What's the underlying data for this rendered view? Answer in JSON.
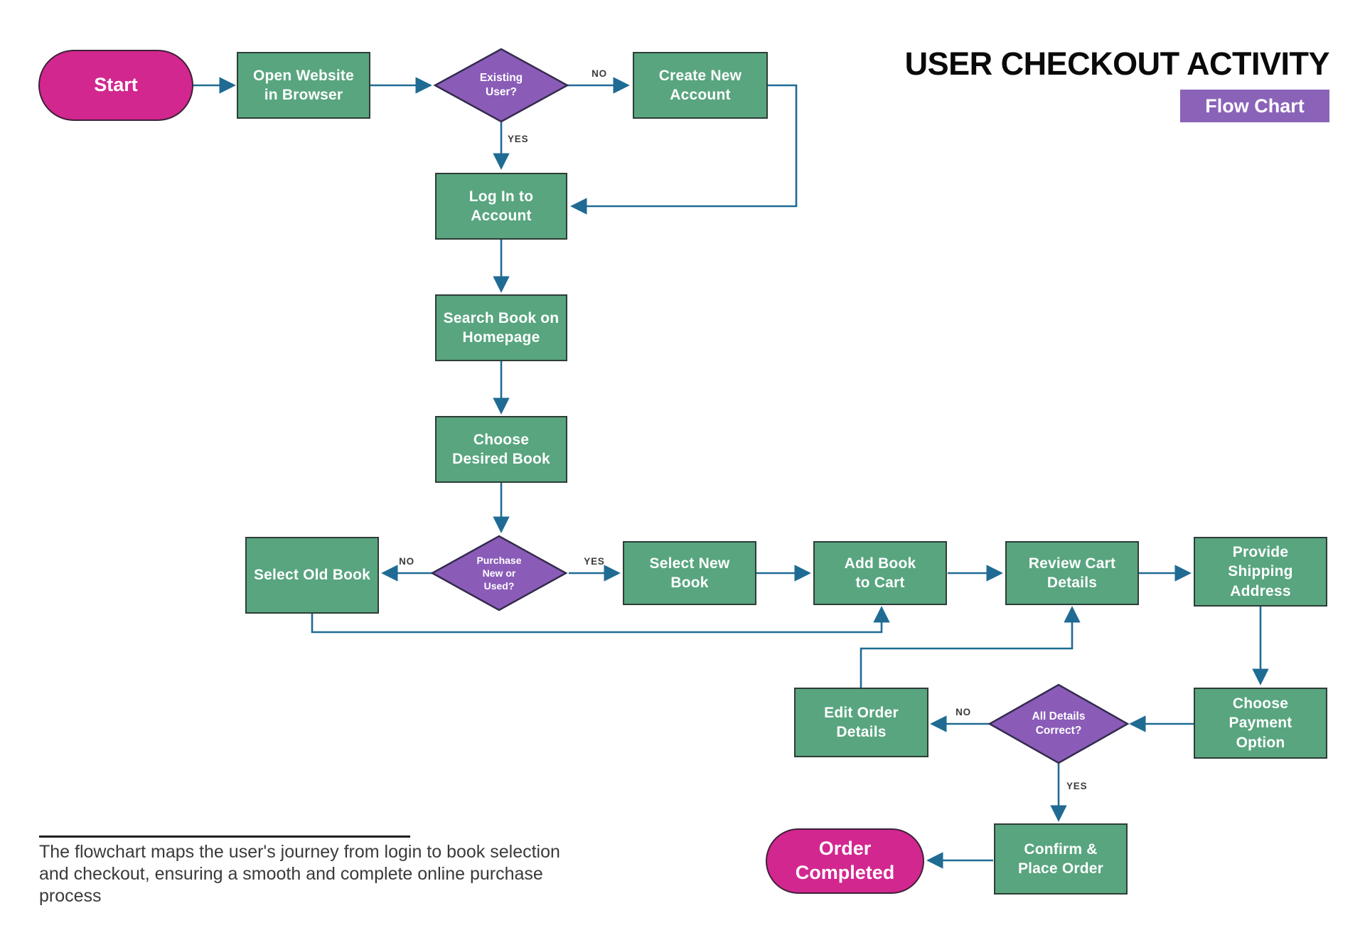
{
  "title": "USER CHECKOUT ACTIVITY",
  "badge": "Flow Chart",
  "caption": "The flowchart maps the user's journey from login to book selection and checkout, ensuring a smooth and complete online purchase process",
  "colors": {
    "green": "#58A57F",
    "green_border": "#2E3D36",
    "purple": "#8A5CB8",
    "purple_border": "#342B4D",
    "pink": "#D2278F",
    "pink_border": "#3E2138",
    "arrow": "#1F6B94",
    "badge_bg": "#8A63B9",
    "title_color": "#0A0A0A",
    "caption_color": "#3A3A3A",
    "label_color": "#3C3C3C"
  },
  "nodes": {
    "start": {
      "label": "Start",
      "type": "terminator"
    },
    "open_website": {
      "label": "Open Website\nin Browser",
      "type": "process"
    },
    "existing_user": {
      "label": "Existing\nUser?",
      "type": "decision"
    },
    "create_account": {
      "label": "Create New\nAccount",
      "type": "process"
    },
    "login": {
      "label": "Log In to\nAccount",
      "type": "process"
    },
    "search_book": {
      "label": "Search Book on\nHomepage",
      "type": "process"
    },
    "choose_book": {
      "label": "Choose\nDesired Book",
      "type": "process"
    },
    "purchase_type": {
      "label": "Purchase\nNew or\nUsed?",
      "type": "decision"
    },
    "select_old": {
      "label": "Select Old Book",
      "type": "process"
    },
    "select_new": {
      "label": "Select New\nBook",
      "type": "process"
    },
    "add_cart": {
      "label": "Add Book\nto Cart",
      "type": "process"
    },
    "review_cart": {
      "label": "Review Cart\nDetails",
      "type": "process"
    },
    "shipping": {
      "label": "Provide\nShipping\nAddress",
      "type": "process"
    },
    "payment": {
      "label": "Choose\nPayment\nOption",
      "type": "process"
    },
    "details_correct": {
      "label": "All Details\nCorrect?",
      "type": "decision"
    },
    "edit_order": {
      "label": "Edit Order\nDetails",
      "type": "process"
    },
    "confirm_order": {
      "label": "Confirm &\nPlace Order",
      "type": "process"
    },
    "completed": {
      "label": "Order\nCompleted",
      "type": "terminator"
    }
  },
  "edges": [
    {
      "from": "start",
      "to": "open_website",
      "label": ""
    },
    {
      "from": "open_website",
      "to": "existing_user",
      "label": ""
    },
    {
      "from": "existing_user",
      "to": "create_account",
      "label": "NO"
    },
    {
      "from": "existing_user",
      "to": "login",
      "label": "YES"
    },
    {
      "from": "create_account",
      "to": "login",
      "label": ""
    },
    {
      "from": "login",
      "to": "search_book",
      "label": ""
    },
    {
      "from": "search_book",
      "to": "choose_book",
      "label": ""
    },
    {
      "from": "choose_book",
      "to": "purchase_type",
      "label": ""
    },
    {
      "from": "purchase_type",
      "to": "select_old",
      "label": "NO"
    },
    {
      "from": "purchase_type",
      "to": "select_new",
      "label": "YES"
    },
    {
      "from": "select_new",
      "to": "add_cart",
      "label": ""
    },
    {
      "from": "add_cart",
      "to": "review_cart",
      "label": ""
    },
    {
      "from": "review_cart",
      "to": "shipping",
      "label": ""
    },
    {
      "from": "select_old",
      "to": "add_cart",
      "label": ""
    },
    {
      "from": "shipping",
      "to": "payment",
      "label": ""
    },
    {
      "from": "payment",
      "to": "details_correct",
      "label": ""
    },
    {
      "from": "details_correct",
      "to": "edit_order",
      "label": "NO"
    },
    {
      "from": "edit_order",
      "to": "review_cart",
      "label": ""
    },
    {
      "from": "details_correct",
      "to": "confirm_order",
      "label": "YES"
    },
    {
      "from": "confirm_order",
      "to": "completed",
      "label": ""
    }
  ]
}
